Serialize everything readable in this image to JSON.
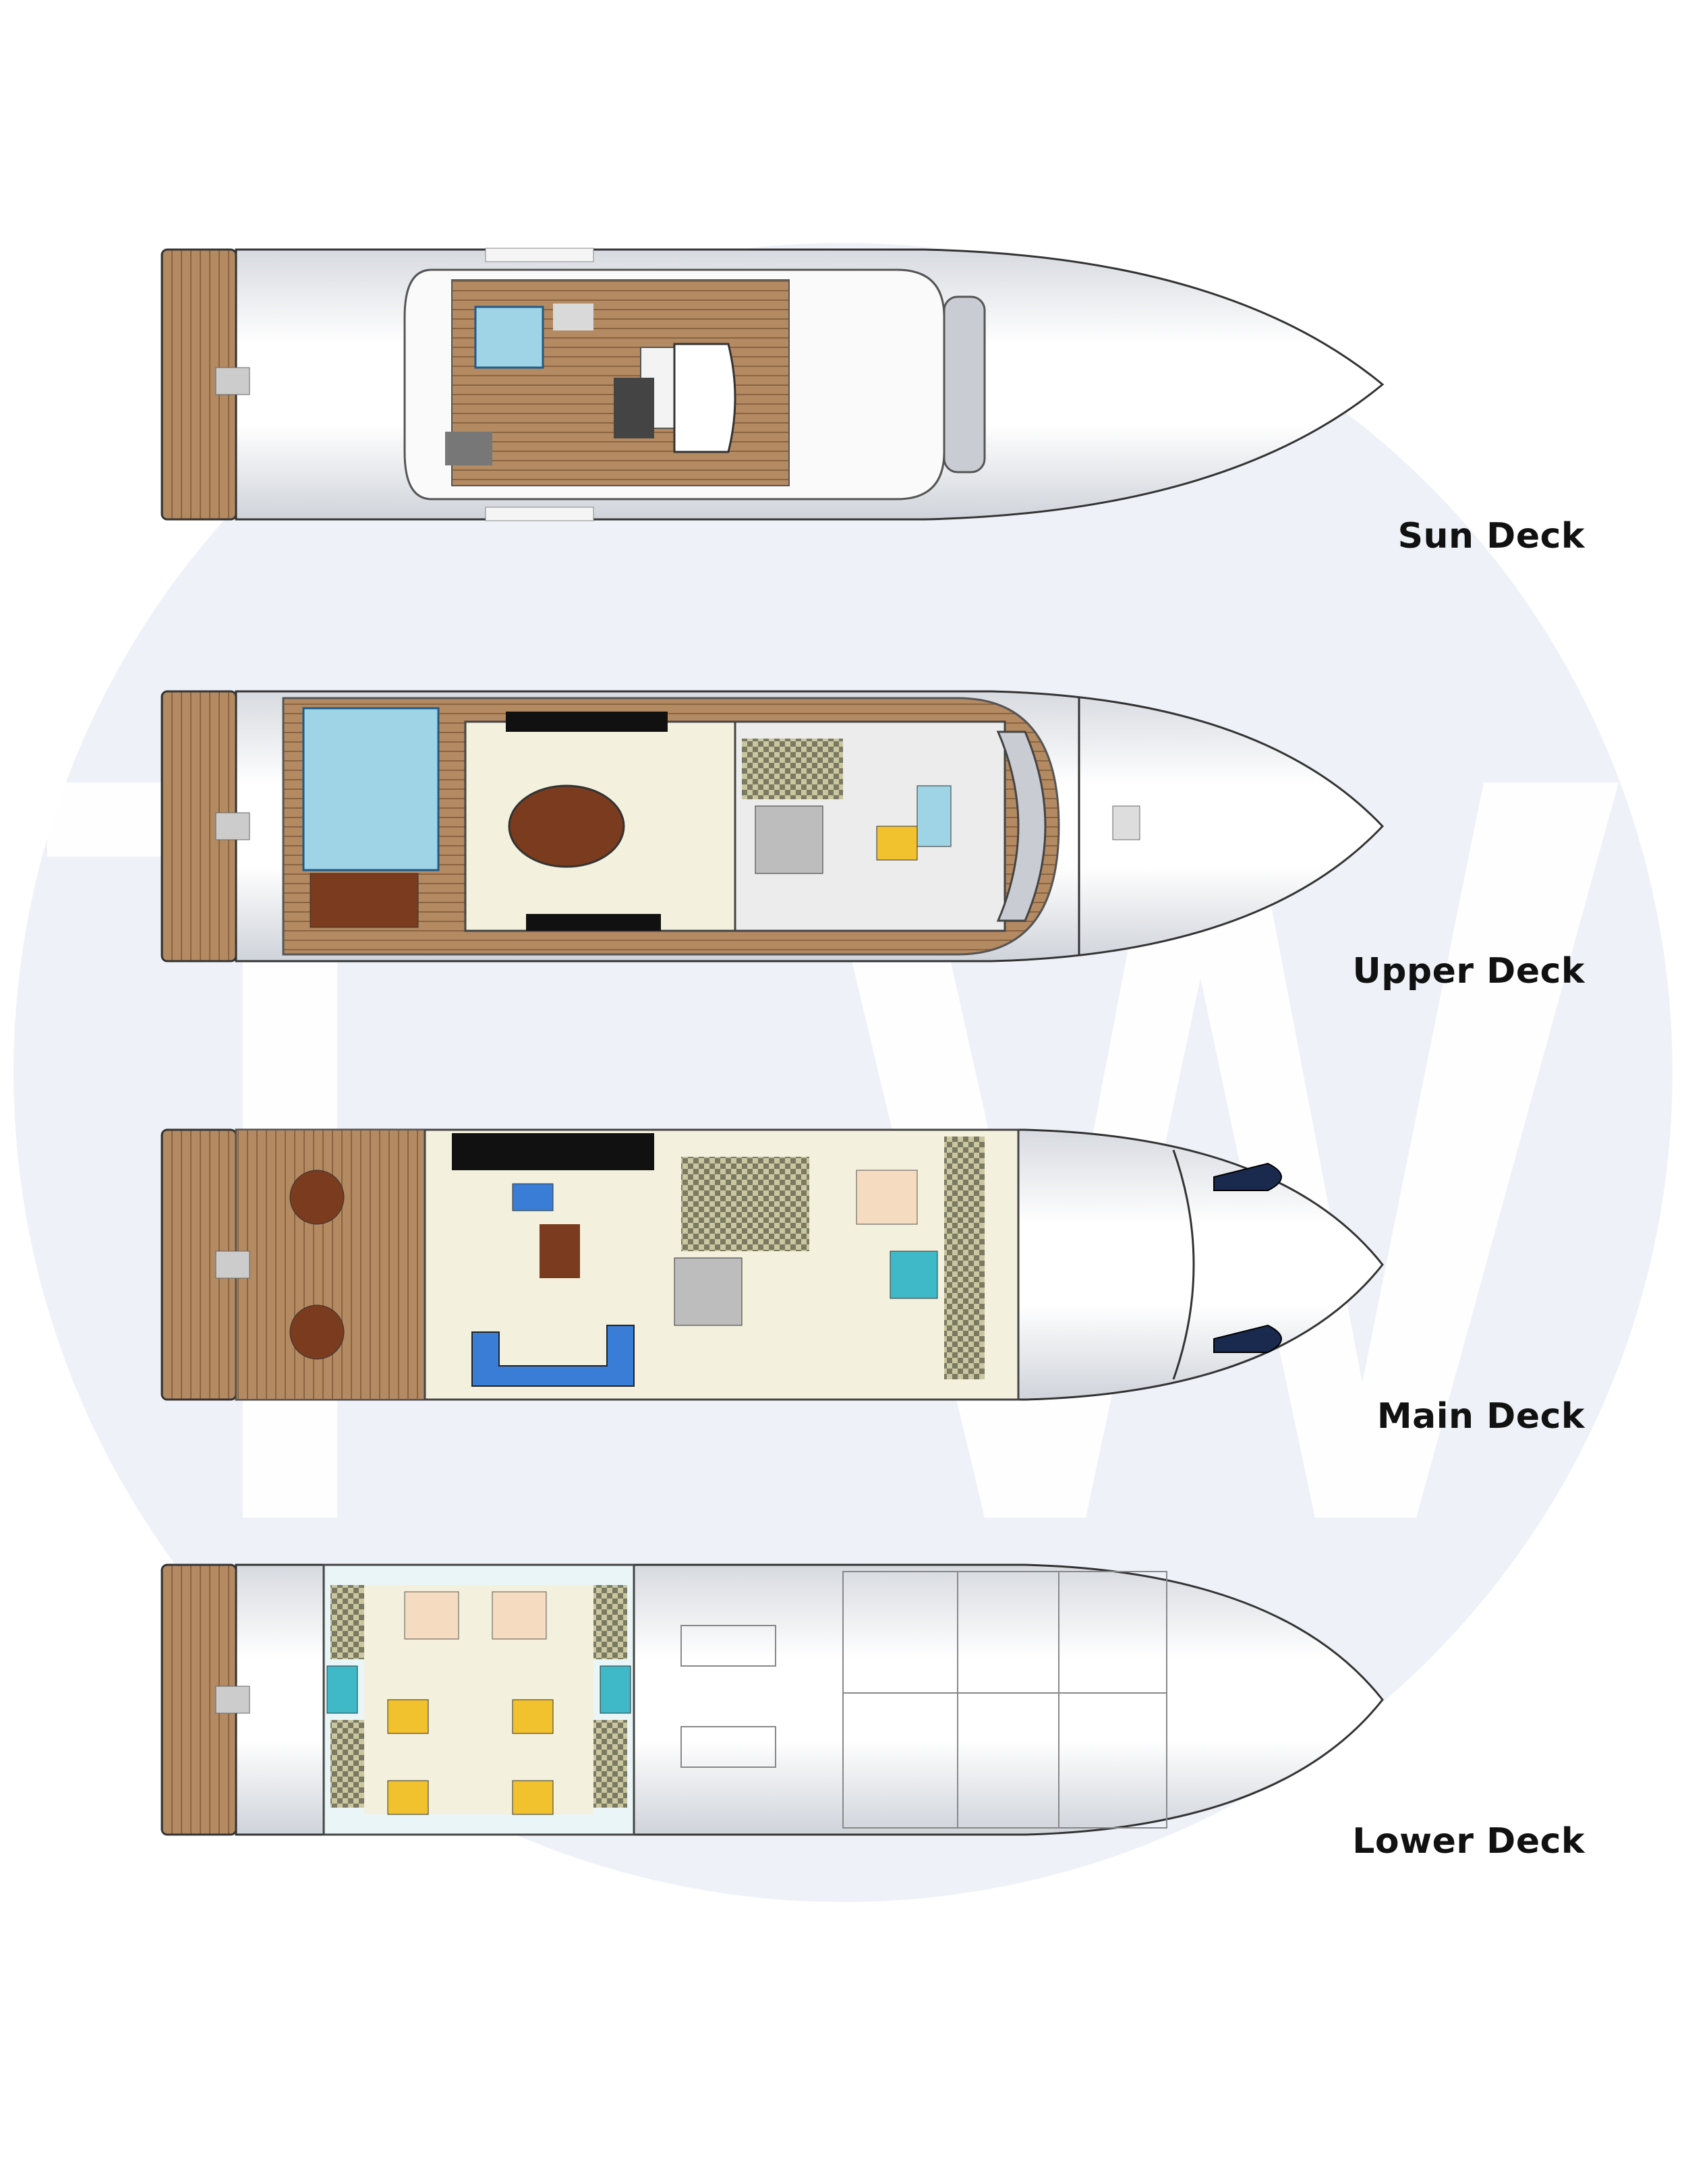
{
  "colors": {
    "teak": "#b48a62",
    "teak_line": "#8a6440",
    "hull": "#eceef2",
    "interior": "#f3f1de",
    "glass": "#9fd3e6",
    "bed": "#f2c12e",
    "sofa": "#3a7dd6",
    "watermark": "#eef2f8"
  },
  "decks": [
    {
      "id": "sun",
      "label": "Sun Deck"
    },
    {
      "id": "upper",
      "label": "Upper Deck"
    },
    {
      "id": "main",
      "label": "Main Deck"
    },
    {
      "id": "lower",
      "label": "Lower Deck"
    }
  ]
}
